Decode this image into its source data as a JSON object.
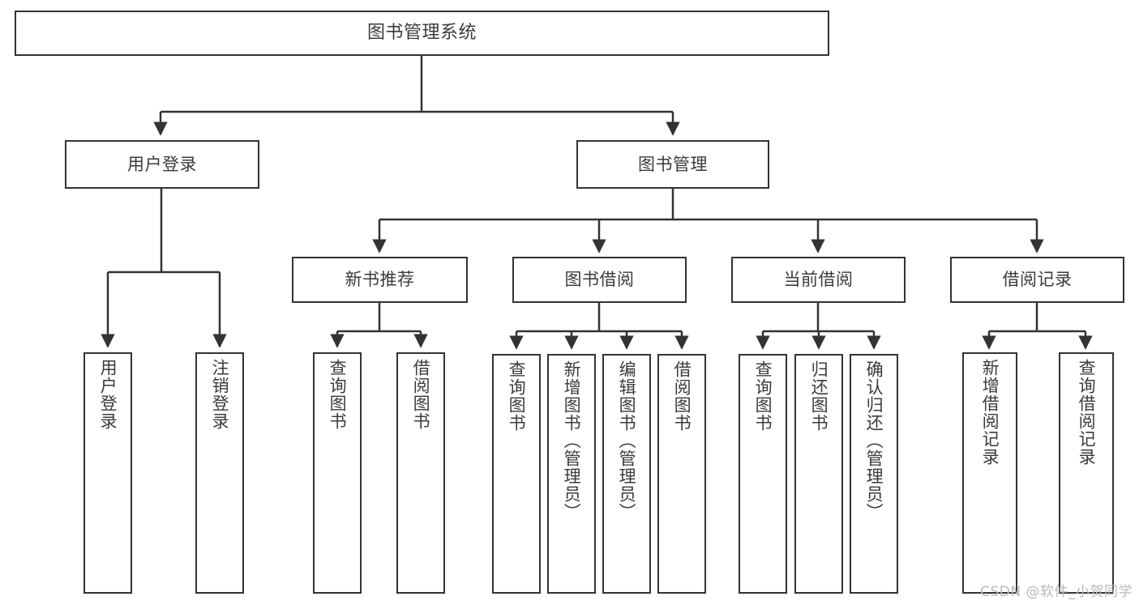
{
  "diagram": {
    "type": "tree-hierarchy",
    "title": "图书管理系统",
    "watermark": "CSDN @软件_小贺同学",
    "colors": {
      "background": "#ffffff",
      "border": "#333333",
      "text": "#3b3b3b",
      "watermark": "#b9b9b9"
    },
    "nodes": {
      "root": {
        "label": "图书管理系统"
      },
      "level1": [
        {
          "id": "user-login",
          "label": "用户登录"
        },
        {
          "id": "book-manage",
          "label": "图书管理"
        }
      ],
      "level2": [
        {
          "id": "new-book-rec",
          "label": "新书推荐"
        },
        {
          "id": "book-borrow",
          "label": "图书借阅"
        },
        {
          "id": "current-borrow",
          "label": "当前借阅"
        },
        {
          "id": "borrow-record",
          "label": "借阅记录"
        }
      ],
      "leaves": {
        "user-login": [
          {
            "id": "leaf-user-login",
            "label": "用户登录"
          },
          {
            "id": "leaf-user-logout",
            "label": "注销登录"
          }
        ],
        "new-book-rec": [
          {
            "id": "leaf-query-book-1",
            "label": "查询图书"
          },
          {
            "id": "leaf-borrow-book-1",
            "label": "借阅图书"
          }
        ],
        "book-borrow": [
          {
            "id": "leaf-query-book-2",
            "label": "查询图书"
          },
          {
            "id": "leaf-add-book",
            "label": "新增图书（管理员）"
          },
          {
            "id": "leaf-edit-book",
            "label": "编辑图书（管理员）"
          },
          {
            "id": "leaf-borrow-book-2",
            "label": "借阅图书"
          }
        ],
        "current-borrow": [
          {
            "id": "leaf-query-book-3",
            "label": "查询图书"
          },
          {
            "id": "leaf-return-book",
            "label": "归还图书"
          },
          {
            "id": "leaf-confirm-return",
            "label": "确认归还（管理员）"
          }
        ],
        "borrow-record": [
          {
            "id": "leaf-add-record",
            "label": "新增借阅记录"
          },
          {
            "id": "leaf-query-record",
            "label": "查询借阅记录"
          }
        ]
      }
    }
  }
}
